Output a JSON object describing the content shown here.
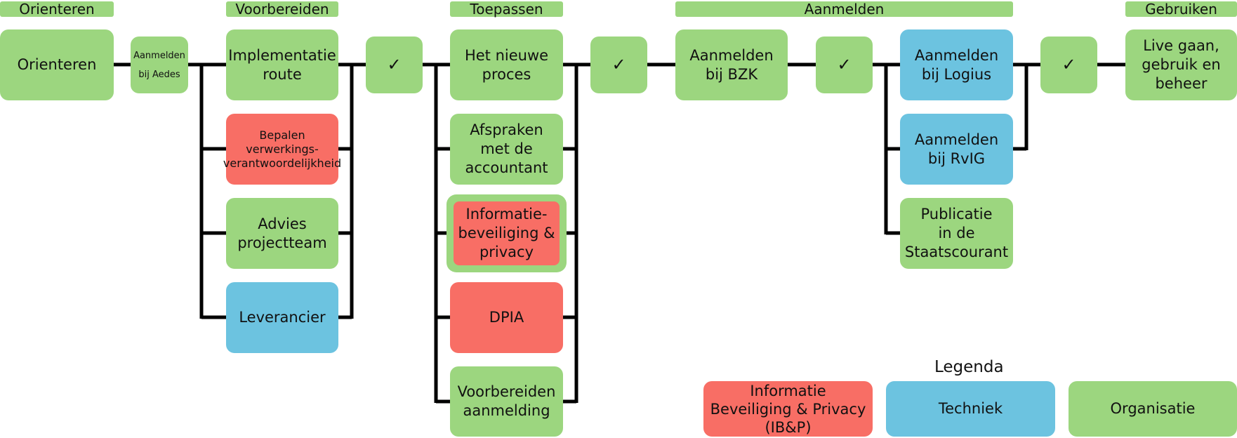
{
  "phases": {
    "orienteren": "Orienteren",
    "voorbereiden": "Voorbereiden",
    "toepassen": "Toepassen",
    "aanmelden": "Aanmelden",
    "gebruiken": "Gebruiken"
  },
  "steps": {
    "orienteren": "Orienteren",
    "aanmelden_aedes": "Aanmelden\nbij Aedes",
    "implementatie_route": "Implementatie\nroute",
    "bepalen_verwerkingsverantwoordelijkheid": "Bepalen\nverwerkings-\nverantwoordelijkheid",
    "advies_projectteam": "Advies\nprojectteam",
    "leverancier": "Leverancier",
    "het_nieuwe_proces": "Het nieuwe\nproces",
    "afspraken_accountant": "Afspraken\nmet de\naccountant",
    "informatiebeveiliging_privacy": "Informatie-\nbeveiliging &\nprivacy",
    "dpia": "DPIA",
    "voorbereiden_aanmelding": "Voorbereiden\naanmelding",
    "aanmelden_bzk": "Aanmelden\nbij BZK",
    "aanmelden_logius": "Aanmelden\nbij Logius",
    "aanmelden_rvig": "Aanmelden\nbij RvIG",
    "publicatie_staatscourant": "Publicatie\nin de\nStaatscourant",
    "live_gaan": "Live gaan,\ngebruik en\nbeheer"
  },
  "checkpoints": {
    "check1": "✓",
    "check2": "✓",
    "check3": "✓",
    "check4": "✓"
  },
  "legend": {
    "title": "Legenda",
    "ibp": "Informatie\nBeveiliging & Privacy\n(IB&P)",
    "techniek": "Techniek",
    "organisatie": "Organisatie"
  },
  "colors": {
    "organisatie": "#9cd67f",
    "ibp": "#f86e65",
    "techniek": "#6cc3e0",
    "connector": "#000000"
  }
}
